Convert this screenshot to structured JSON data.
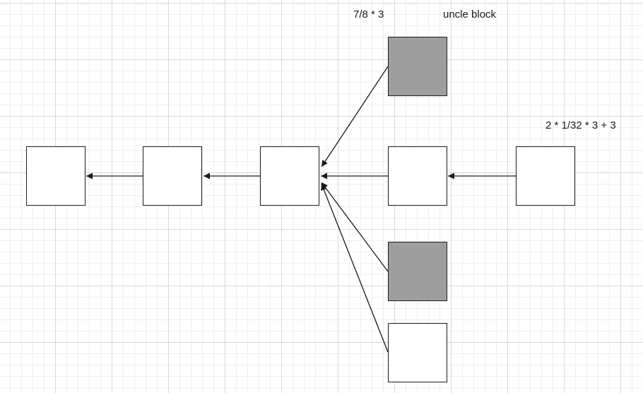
{
  "labels": {
    "reward_uncle_ref": "7/8 * 3",
    "uncle_block": "uncle block",
    "reward_nephew": "2 * 1/32 * 3 + 3"
  },
  "colors": {
    "uncle_fill": "#9e9e9e",
    "block_fill": "#ffffff",
    "edge": "#1a1a1a"
  }
}
